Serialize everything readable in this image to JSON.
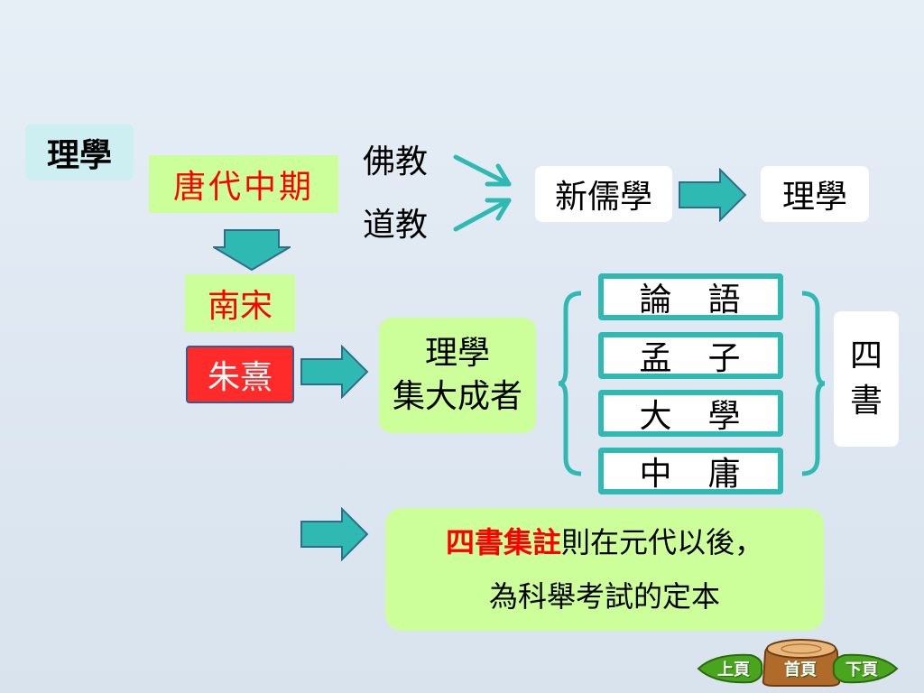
{
  "title": "理學",
  "era_tang": "唐代中期",
  "buddhism": "佛教",
  "taoism": "道教",
  "neo_confucianism": "新儒學",
  "lixue_result": "理學",
  "song": "南宋",
  "zhuxi": "朱熹",
  "synthesizer_line1": "理學",
  "synthesizer_line2": "集大成者",
  "books": [
    "論　語",
    "孟　子",
    "大　學",
    "中　庸"
  ],
  "four_books_line1": "四",
  "four_books_line2": "書",
  "note_highlight": "四書集註",
  "note_rest": "則在元代以後，",
  "note_line2": "為科舉考試的定本",
  "nav": {
    "prev": "上頁",
    "home": "首頁",
    "next": "下頁"
  },
  "colors": {
    "teal": "#2fb9b3",
    "green_box": "#ccff99",
    "red_text": "#ff0000",
    "red_box": "#ff2a2a"
  }
}
